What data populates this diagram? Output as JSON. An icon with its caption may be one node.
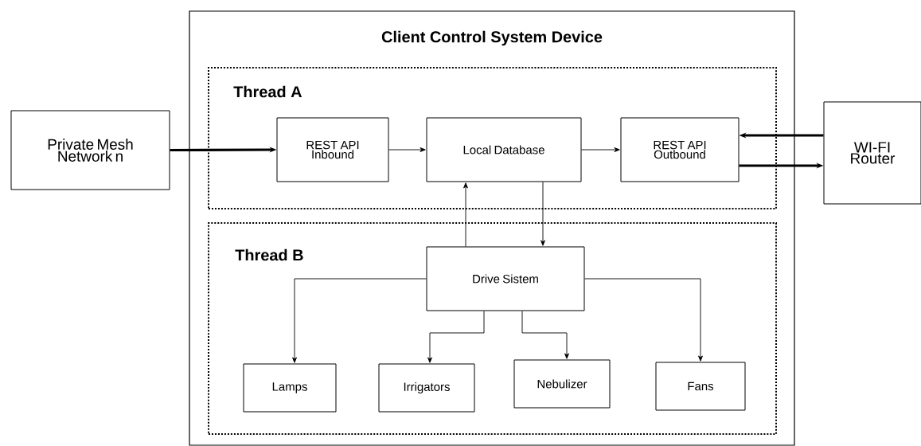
{
  "diagram": {
    "nodes": [
      {
        "text": [
          "Client Control System Device"
        ]
      },
      {
        "text": [
          "Thread A"
        ],
        "in": 0
      },
      {
        "text": [
          "Thread B"
        ],
        "in": 0
      },
      {
        "text": [
          "Private Mesh Network n"
        ]
      },
      {
        "text": [
          "REST API Inbound"
        ],
        "in": 1
      },
      {
        "text": [
          "Local Database"
        ],
        "in": 1
      },
      {
        "text": [
          "REST API Outbound"
        ],
        "in": 1
      },
      {
        "text": [
          "WI-FI Router"
        ]
      },
      {
        "text": [
          "Drive Sistem"
        ],
        "in": 2
      },
      {
        "text": [
          "Lamps"
        ],
        "in": 2
      },
      {
        "text": [
          "Irrigators"
        ],
        "in": 2
      },
      {
        "text": [
          "Nebulizer"
        ],
        "in": 2
      },
      {
        "text": [
          "Fans"
        ],
        "in": 2
      }
    ],
    "edges": [
      {
        "from": 3,
        "to": 4,
        "arrow": "to",
        "style": "thick"
      },
      {
        "from": 4,
        "to": 5,
        "arrow": "to"
      },
      {
        "from": 5,
        "to": 6,
        "arrow": "to"
      },
      {
        "from": 7,
        "to": 6,
        "arrow": "to",
        "style": "thick"
      },
      {
        "from": 6,
        "to": 7,
        "arrow": "to",
        "style": "thick"
      },
      {
        "from": 8,
        "to": 5,
        "arrow": "to"
      },
      {
        "from": 5,
        "to": 8,
        "arrow": "to"
      },
      {
        "from": 8,
        "to": 9,
        "arrow": "to"
      },
      {
        "from": 8,
        "to": 10,
        "arrow": "to"
      },
      {
        "from": 8,
        "to": 11,
        "arrow": "to"
      },
      {
        "from": 8,
        "to": 12,
        "arrow": "to"
      }
    ]
  }
}
